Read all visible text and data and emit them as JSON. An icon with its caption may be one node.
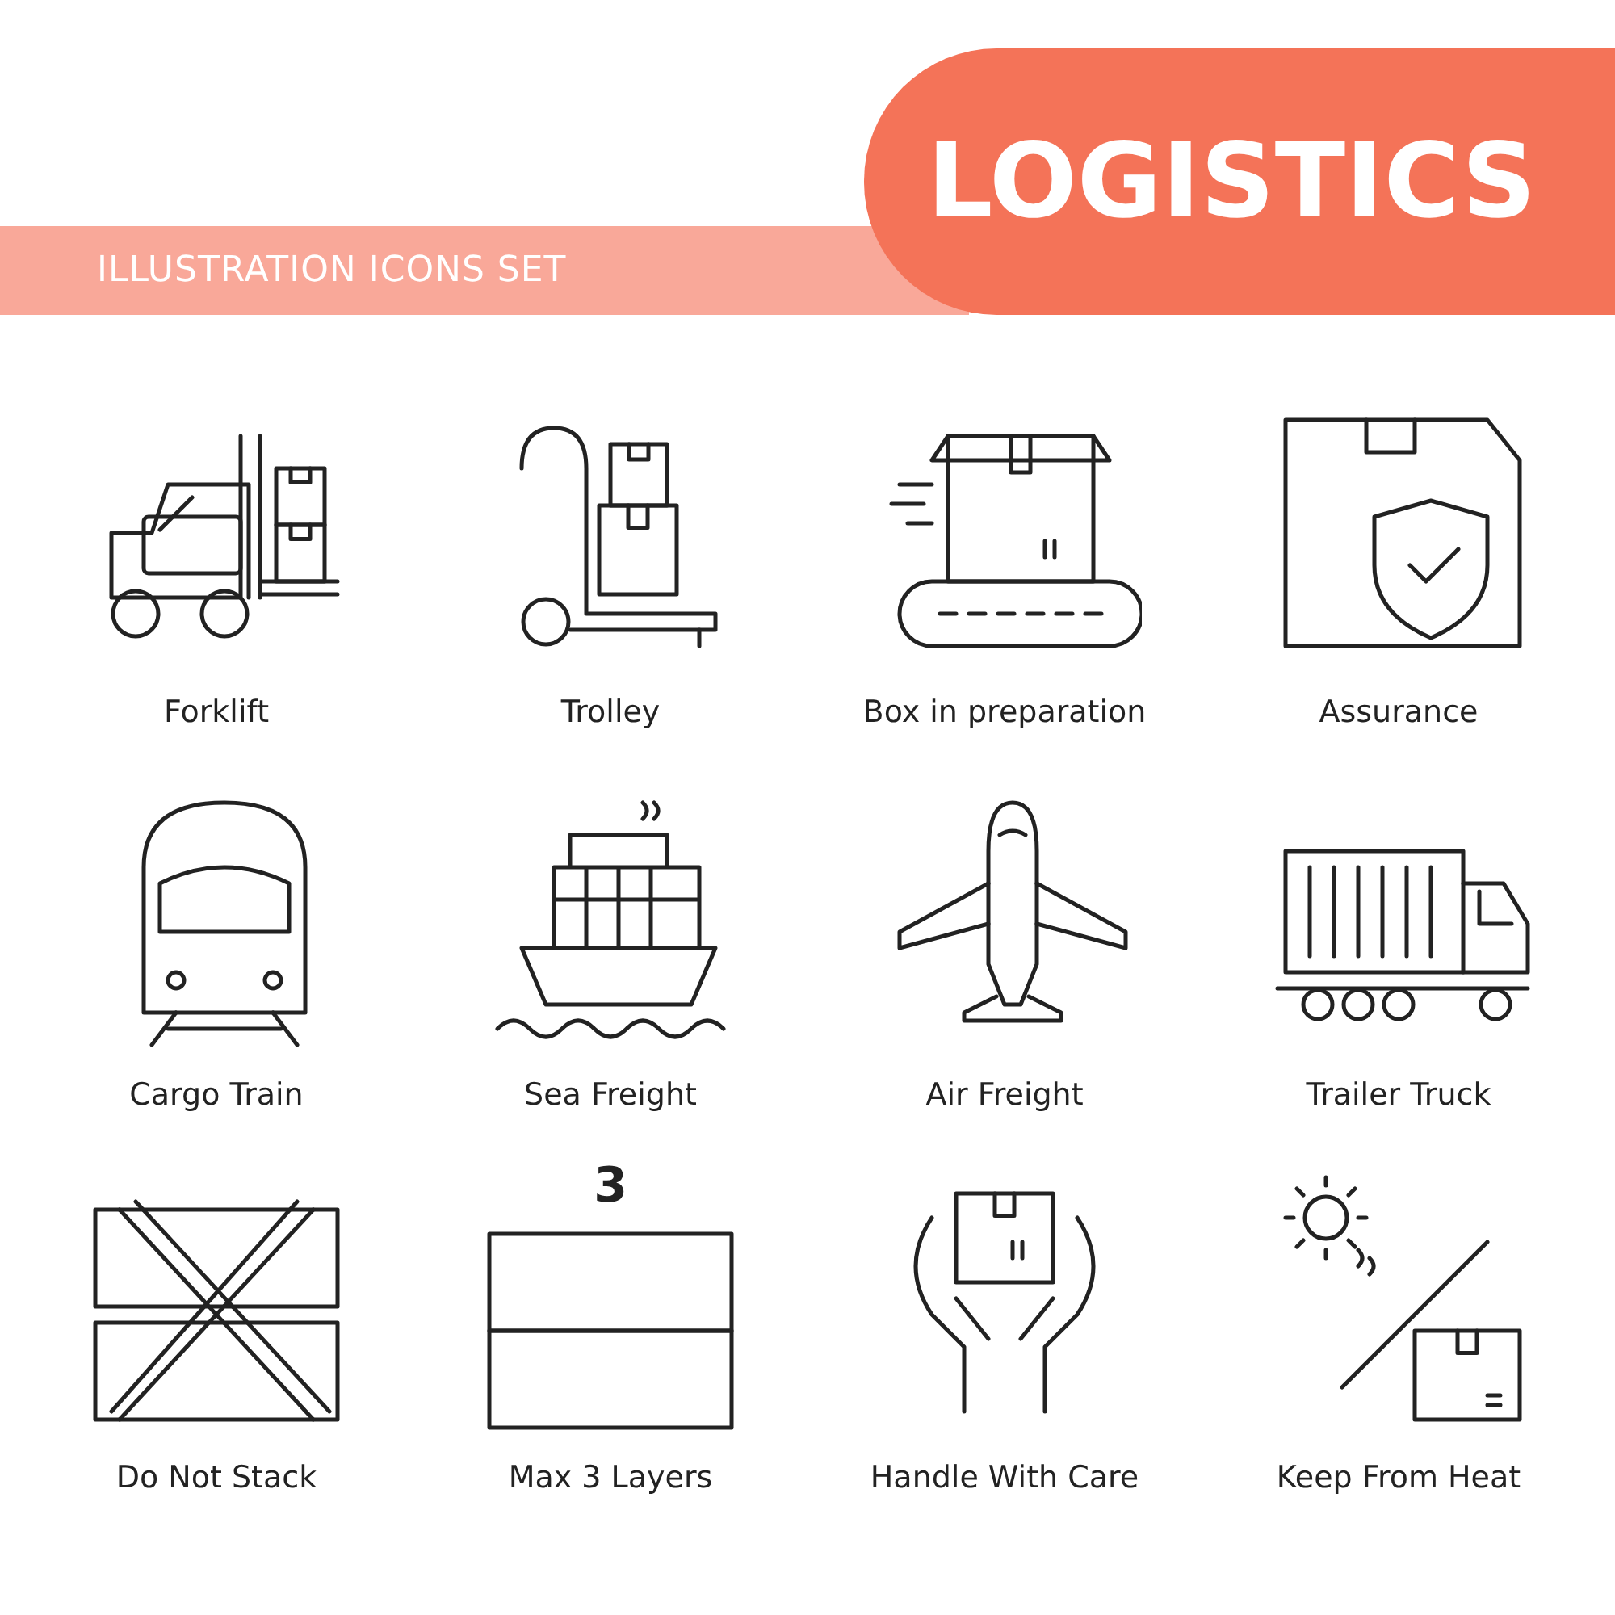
{
  "diagram": {
    "title": "LOGISTICS",
    "labels": [
      "ILLUSTRATION ICONS SET",
      "Forklift",
      "Trolley",
      "Box in preparation",
      "Assurance",
      "Cargo Train",
      "Sea Freight",
      "Air Freight",
      "Trailer Truck",
      "3",
      "Do Not Stack",
      "Max 3 Layers",
      "Handle With Care",
      "Keep From Heat"
    ]
  }
}
